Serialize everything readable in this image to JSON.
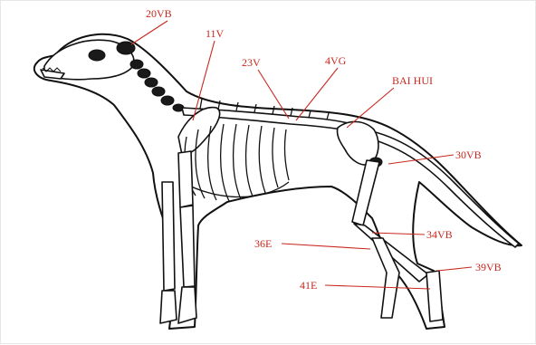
{
  "labels": {
    "p20vb": "20VB",
    "p11v": "11V",
    "p23v": "23V",
    "p4vg": "4VG",
    "baihui": "BAI HUI",
    "p30vb": "30VB",
    "p34vb": "34VB",
    "p36e": "36E",
    "p39vb": "39VB",
    "p41e": "41E"
  },
  "colors": {
    "label": "#c8281e",
    "outline": "#111111"
  }
}
